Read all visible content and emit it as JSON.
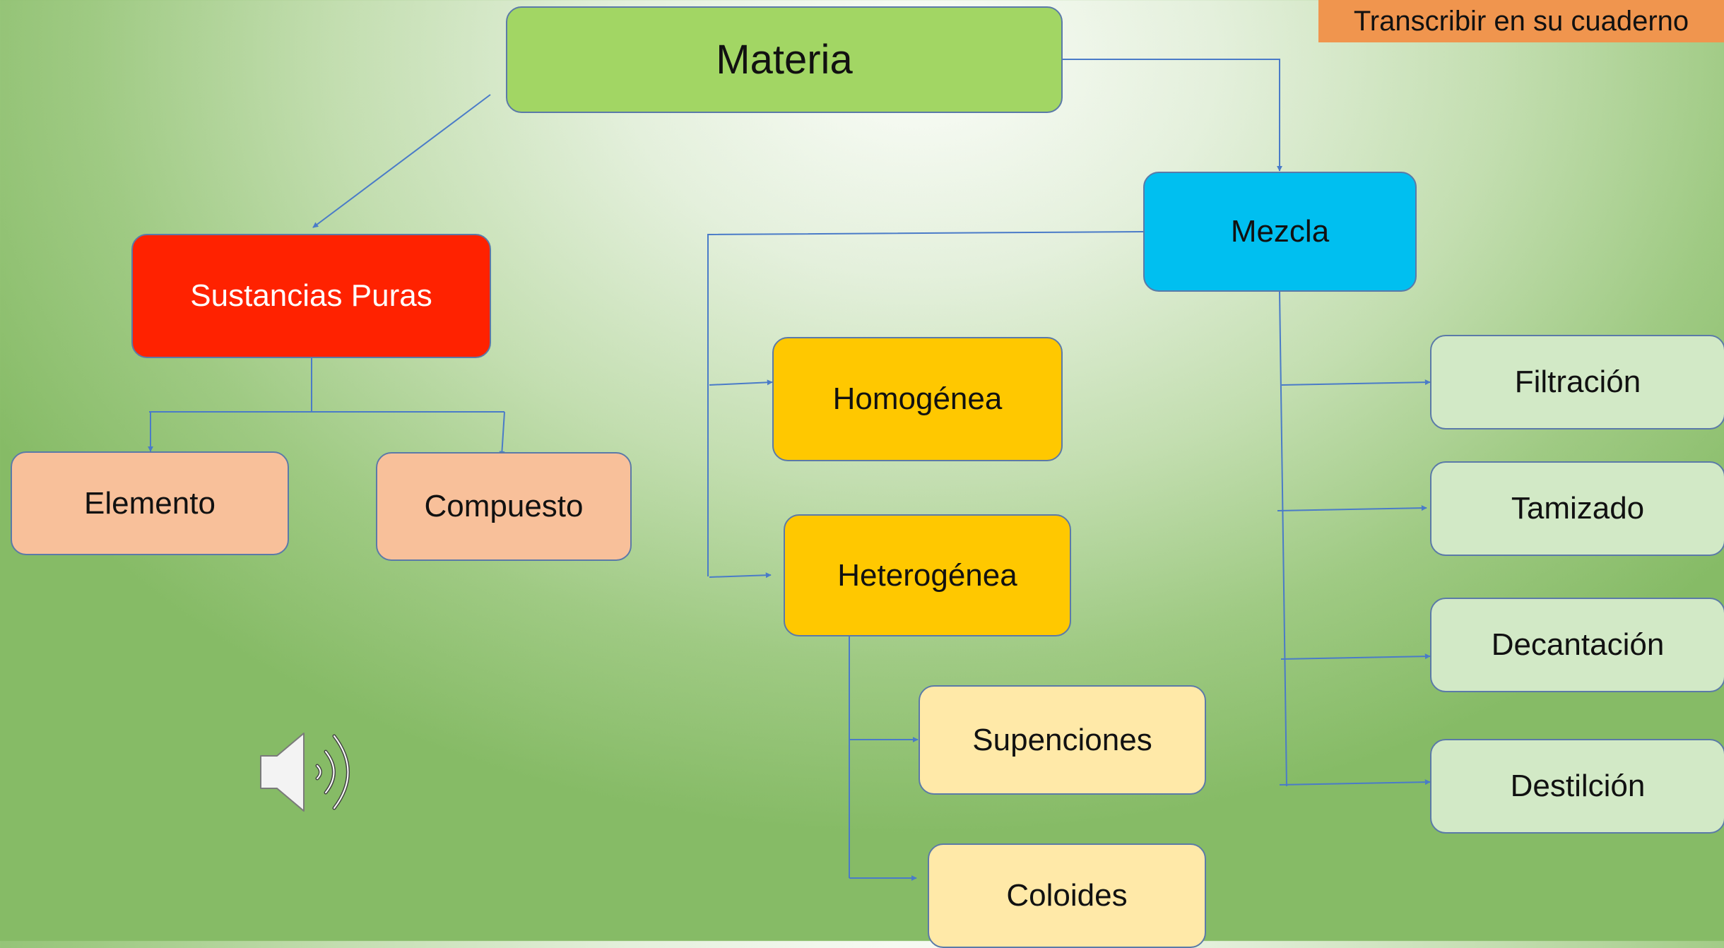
{
  "note": "Transcribir en su cuaderno",
  "nodes": {
    "materia": "Materia",
    "sustancias_puras": "Sustancias Puras",
    "elemento": "Elemento",
    "compuesto": "Compuesto",
    "mezcla": "Mezcla",
    "homogenea": "Homogénea",
    "heterogenea": "Heterogénea",
    "supenciones": "Supenciones",
    "coloides": "Coloides",
    "filtracion": "Filtración",
    "tamizado": "Tamizado",
    "decantacion": "Decantación",
    "destilcion": "Destilción"
  },
  "colors": {
    "materia": "#a2d664",
    "sustancias_puras": "#ff2200",
    "elemento": "#f8c09a",
    "compuesto": "#f8c09a",
    "mezcla": "#00bff0",
    "homogenea": "#ffc800",
    "heterogenea": "#ffc800",
    "supenciones": "#ffe9a8",
    "coloides": "#ffe9a8",
    "separation_methods": "#d2e9c6",
    "connector": "#4a7bc8",
    "note_background": "#f0954e"
  },
  "icons": {
    "audio": "speaker-icon"
  }
}
